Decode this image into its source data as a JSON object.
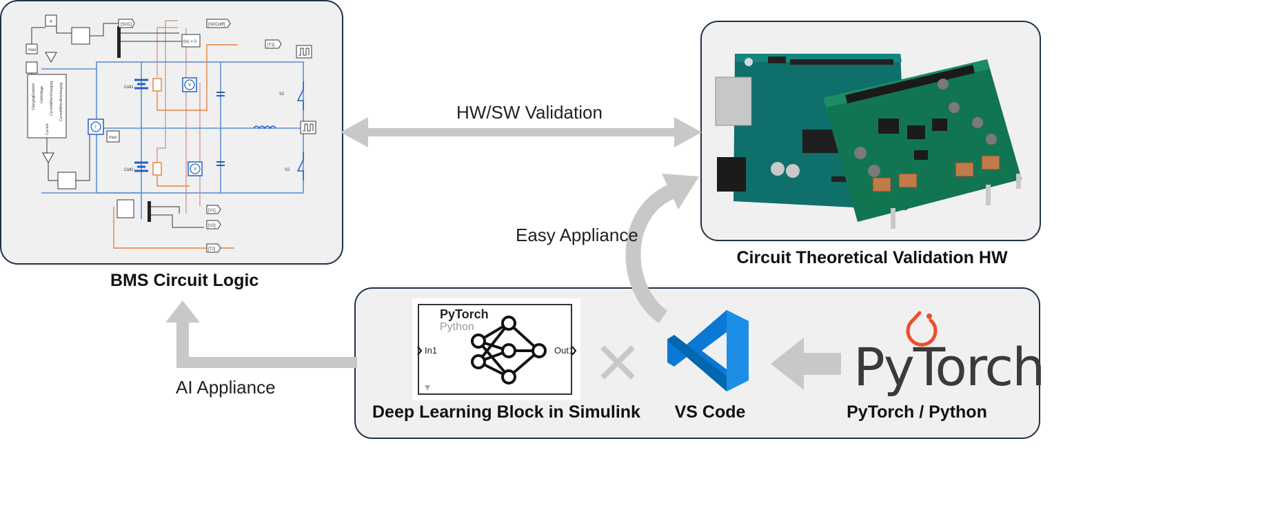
{
  "bms": {
    "caption": "BMS Circuit Logic",
    "tags": [
      "[SOC]",
      "[SOCdiff]",
      "f(x) = 0",
      "[T1]",
      "[V1]",
      "[V2]",
      "[T2]"
    ],
    "cells": [
      "Cell1",
      "Cell2"
    ],
    "switches": [
      "S2",
      "S2"
    ],
    "bus_ports": [
      "ChargingEnabled",
      "CellVoltage",
      "CurrentWhenCharging",
      "CurrentWhenDischarging",
      "Current"
    ],
    "small_labels": [
      "4",
      "max",
      "max",
      "V",
      "V",
      "I"
    ]
  },
  "hardware": {
    "caption": "Circuit Theoretical Validation HW"
  },
  "flows": {
    "hw_sw": "HW/SW Validation",
    "easy": "Easy Appliance",
    "ai": "AI Appliance"
  },
  "toolchain": {
    "dl_block": {
      "title": "PyTorch",
      "subtitle": "Python",
      "in_port": "In1",
      "out_port": "Out1",
      "caption": "Deep Learning Block in Simulink"
    },
    "vscode": {
      "caption": "VS Code"
    },
    "pytorch": {
      "wordmark": "PyTorch",
      "caption": "PyTorch / Python"
    }
  },
  "colors": {
    "panel_border": "#1e3148",
    "panel_fill": "#f0f0f0",
    "arrow_gray": "#c8c8c8",
    "wire_blue": "#5b8fd6",
    "wire_orange": "#e8823a",
    "wire_red": "#c98a8a",
    "vscode_blue": "#0a78d4",
    "vscode_dark": "#0065a9",
    "pytorch_orange": "#ee4c2c",
    "pcb_green": "#0f6f6b"
  }
}
